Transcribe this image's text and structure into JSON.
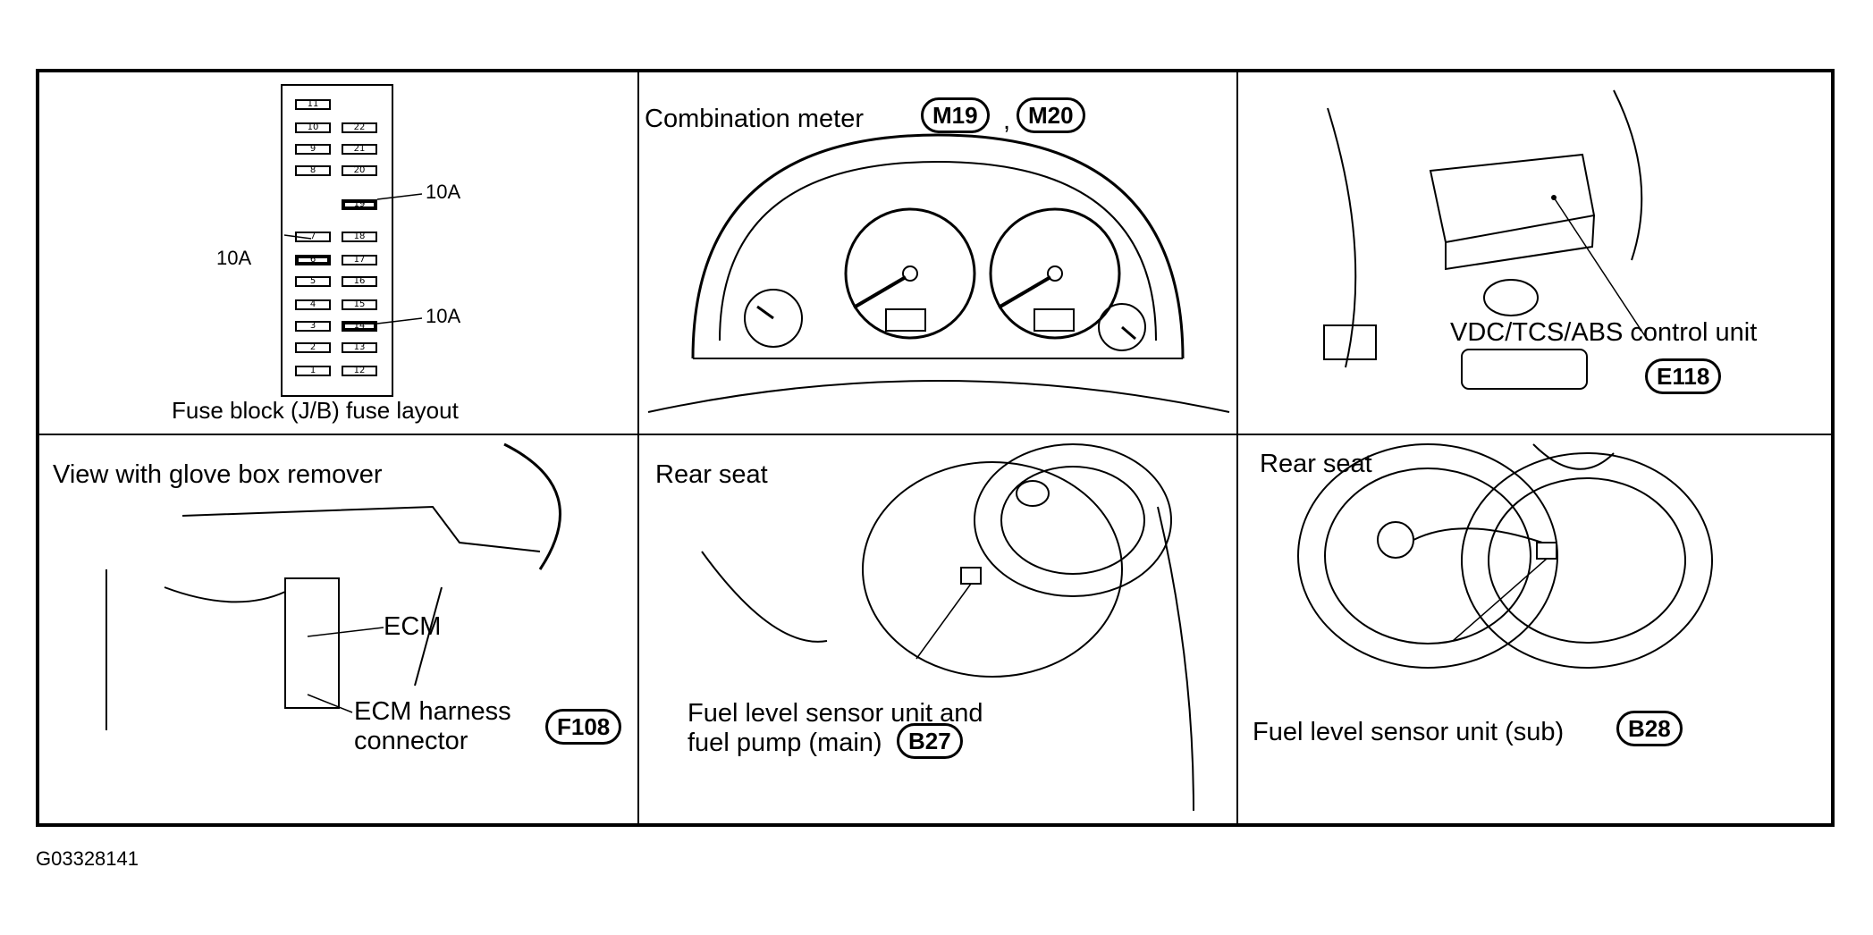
{
  "fuse_panel": {
    "caption": "Fuse block (J/B) fuse layout",
    "fuses_left": [
      "11",
      "10",
      "9",
      "8",
      "7",
      "6",
      "5",
      "4",
      "3",
      "2",
      "1"
    ],
    "fuses_right": [
      "22",
      "21",
      "20",
      "19",
      "18",
      "17",
      "16",
      "15",
      "14",
      "13",
      "12"
    ],
    "amp_19": "10A",
    "amp_6": "10A",
    "amp_14": "10A"
  },
  "meter_panel": {
    "title": "Combination meter",
    "separator": ",",
    "connector_1": "M19",
    "connector_2": "M20"
  },
  "vdc_panel": {
    "label": "VDC/TCS/ABS control unit",
    "connector": "E118"
  },
  "ecm_panel": {
    "title": "View with glove box remover",
    "ecm_label": "ECM",
    "harness_line1": "ECM harness",
    "harness_line2": "connector",
    "connector": "F108"
  },
  "fuel_main_panel": {
    "title": "Rear seat",
    "label_line1": "Fuel level sensor unit and",
    "label_line2": "fuel pump (main)",
    "connector": "B27"
  },
  "fuel_sub_panel": {
    "title": "Rear seat",
    "label": "Fuel level sensor unit (sub)",
    "connector": "B28"
  },
  "figure_id": "G03328141"
}
